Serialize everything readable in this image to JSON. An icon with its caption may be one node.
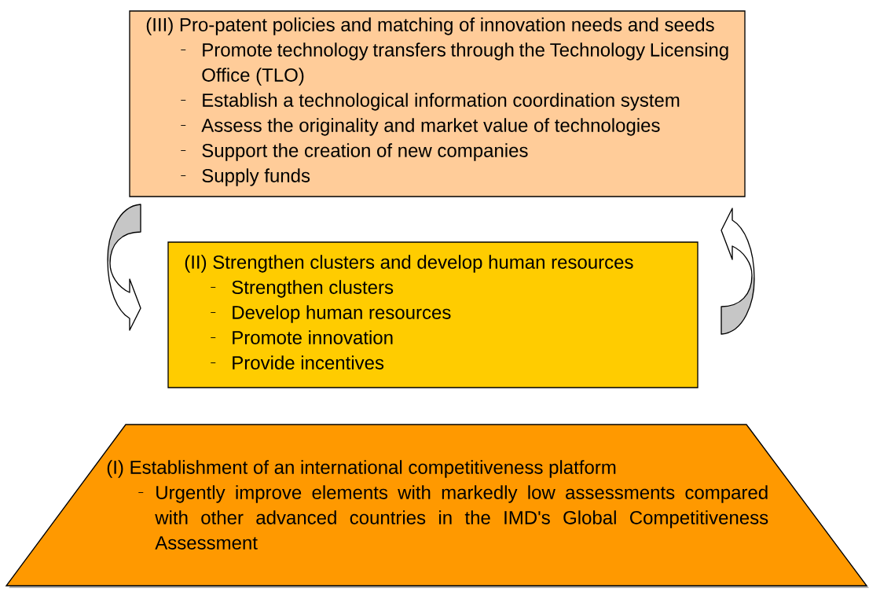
{
  "diagram": {
    "nodes": [
      {
        "text": [
          "(III) Pro-patent policies and matching of innovation needs and seeds",
          "Promote technology transfers through the Technology Licensing Office (TLO)",
          "Establish a technological information coordination system",
          "Assess the originality and market value of technologies",
          "Support the creation of new companies",
          "Supply funds"
        ]
      },
      {
        "text": [
          "(II) Strengthen clusters and develop human resources",
          "Strengthen clusters",
          "Develop human resources",
          "Promote innovation",
          "Provide incentives"
        ]
      },
      {
        "text": [
          "(I) Establishment of an international competitiveness platform",
          "Urgently improve elements with markedly low assessments compared with other advanced countries in the IMD's Global Competitiveness Assessment"
        ]
      }
    ],
    "edges": [
      {
        "from": 0,
        "to": 1,
        "arrow": "to"
      },
      {
        "from": 1,
        "to": 0,
        "arrow": "to"
      }
    ]
  }
}
